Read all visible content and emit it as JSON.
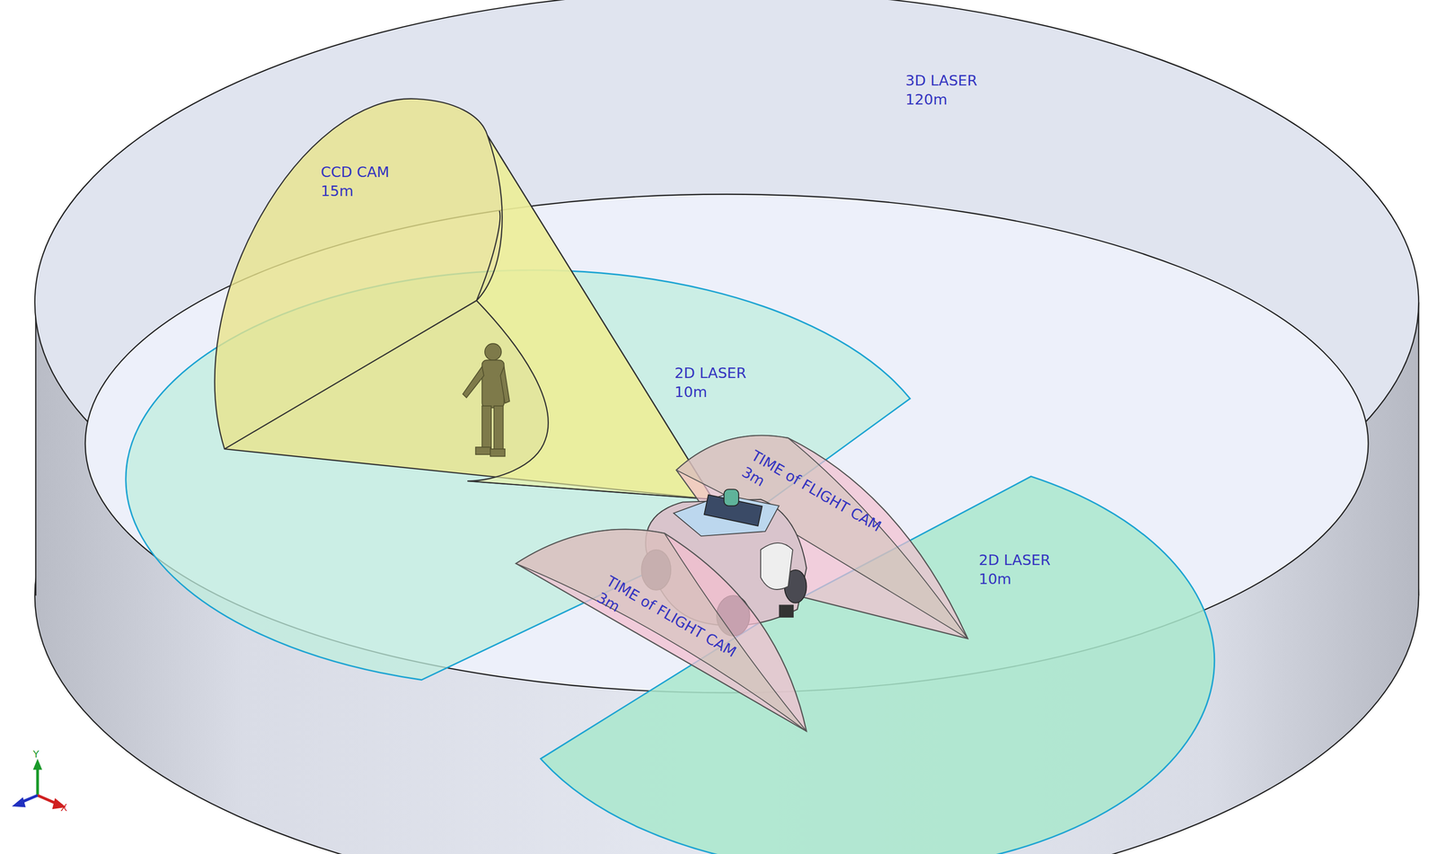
{
  "diagram": {
    "nodes": [
      {
        "text": [
          "3D LASER",
          "120m"
        ]
      },
      {
        "text": [
          "CCD CAM",
          "15m"
        ]
      },
      {
        "text": [
          "2D LASER",
          "10m"
        ]
      },
      {
        "text": [
          "TIME of FLIGHT CAM",
          "3m"
        ]
      },
      {
        "text": [
          "2D LASER",
          "10m"
        ]
      },
      {
        "text": [
          "TIME of FLIGHT CAM",
          "3m"
        ]
      }
    ],
    "labels": [
      "Y",
      "X"
    ]
  }
}
